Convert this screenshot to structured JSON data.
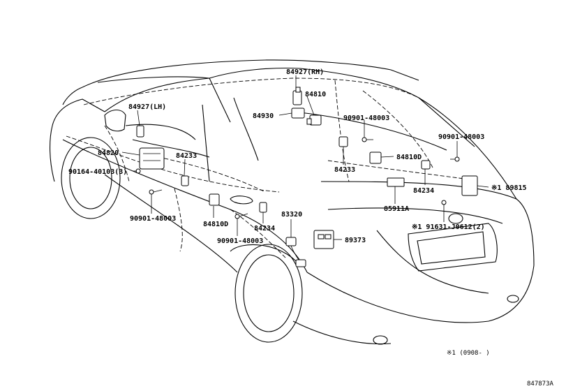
{
  "labels": {
    "p84927_rh": "84927(RH)",
    "p84810_top": "84810",
    "p84930": "84930",
    "p84927_lh": "84927(LH)",
    "p90901_48003_a": "90901-48003",
    "p90901_48003_b": "90901-48003",
    "p84820": "84820",
    "p84233_a": "84233",
    "p84233_b": "84233",
    "p84810d_a": "84810D",
    "p84810d_b": "84810D",
    "p90164": "90164-40103(3)",
    "p84234_a": "84234",
    "p84234_b": "84234",
    "p89815": "※1 89815",
    "p85911a": "85911A",
    "p83320": "83320",
    "p90901_48003_c": "90901-48003",
    "p90901_48003_d": "90901-48003",
    "p91631": "※1 91631-J0612(2)",
    "p89373": "89373"
  },
  "footnote": "※1 (0908-    )",
  "diagram_code": "847873A"
}
